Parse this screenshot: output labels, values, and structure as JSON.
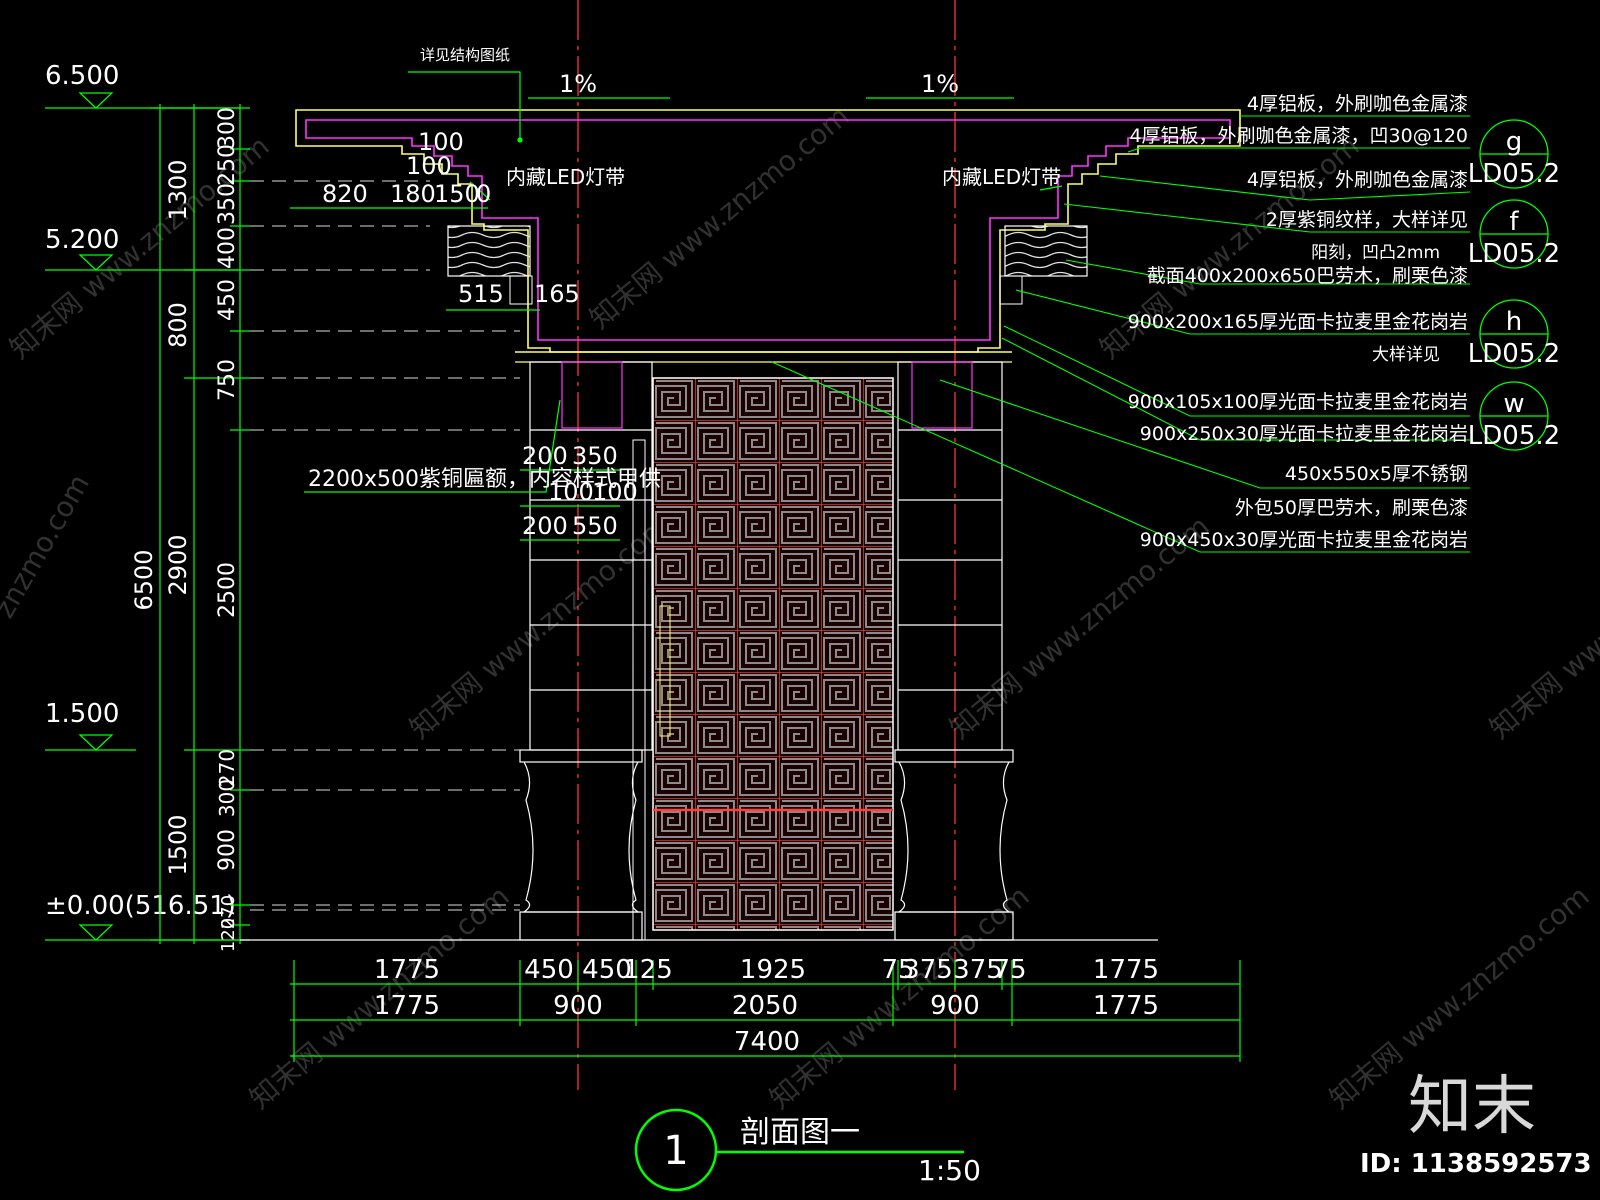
{
  "elevations": [
    "6.500",
    "5.200",
    "1.500",
    "±0.00(516.51)"
  ],
  "left_dims_outer": [
    "6500"
  ],
  "left_dims_mid": [
    "1300",
    "800",
    "2900",
    "1500"
  ],
  "left_dims_inner": [
    "300",
    "250",
    "350",
    "400",
    "450",
    "750",
    "2500",
    "270",
    "300",
    "900",
    "270",
    "120"
  ],
  "top_notes": {
    "structure_ref": "详见结构图纸",
    "slope_left": "1%",
    "slope_right": "1%",
    "led_left": "内藏LED灯带",
    "led_right": "内藏LED灯带"
  },
  "detail_dims": {
    "d100a": "100",
    "d100b": "100",
    "d820": "820",
    "d180": "180",
    "d150": "150",
    "d0": "0",
    "d515": "515",
    "d165": "165",
    "d200a": "200",
    "d350": "350",
    "d100c": "100",
    "d100d": "100",
    "d200b": "200",
    "d550": "550"
  },
  "left_annotation": "2200x500紫铜匾额，内容样式甲供",
  "right_annotations": [
    "4厚铝板，外刷咖色金属漆",
    "4厚铝板，外刷咖色金属漆，凹30@120",
    "4厚铝板，外刷咖色金属漆",
    "2厚紫铜纹样，大样详见",
    "阳刻，凹凸2mm",
    "截面400x200x650巴劳木，刷栗色漆",
    "900x200x165厚光面卡拉麦里金花岗岩",
    "大样详见",
    "900x105x100厚光面卡拉麦里金花岗岩",
    "900x250x30厚光面卡拉麦里金花岗岩",
    "450x550x5厚不锈钢",
    "外包50厚巴劳木，刷栗色漆",
    "900x450x30厚光面卡拉麦里金花岗岩"
  ],
  "detail_refs": [
    {
      "letter": "g",
      "sheet": "LD05.2"
    },
    {
      "letter": "f",
      "sheet": "LD05.2"
    },
    {
      "letter": "h",
      "sheet": "LD05.2"
    },
    {
      "letter": "w",
      "sheet": "LD05.2"
    }
  ],
  "bottom_dims_row1": [
    "1775",
    "450",
    "450",
    "125",
    "1925",
    "75",
    "375",
    "375",
    "75",
    "1775"
  ],
  "bottom_dims_row2": [
    "1775",
    "900",
    "2050",
    "900",
    "1775"
  ],
  "bottom_dims_total": "7400",
  "title": {
    "number": "1",
    "name": "剖面图一",
    "scale": "1:50"
  },
  "watermarks": {
    "logo": "知末",
    "id": "ID: 1138592573",
    "repeat": [
      "知末网 www.znzmo.com",
      "znzmo.com"
    ]
  },
  "colors": {
    "dim_green": "#00ff00",
    "outline_yellow": "#ffff66",
    "magenta": "#ff33ff",
    "axis_red": "#ff3333",
    "panel_red": "#ff4040"
  }
}
